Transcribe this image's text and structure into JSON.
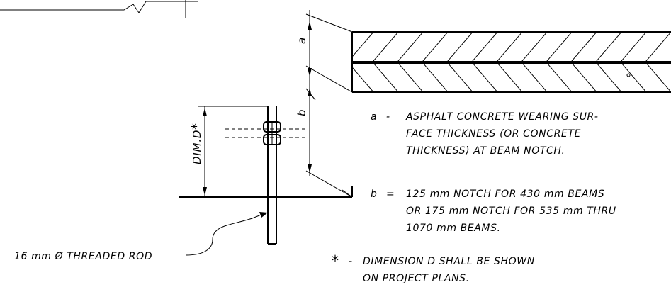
{
  "dimension_labels": {
    "a": "a",
    "b": "b",
    "dim_d": "DIM.D",
    "asterisk": "*"
  },
  "rod_label": "16 mm Ø THREADED ROD",
  "notes": {
    "a": {
      "symbol": "a",
      "dash": "-",
      "lines": [
        "ASPHALT CONCRETE WEARING SUR-",
        "FACE THICKNESS (OR CONCRETE",
        "THICKNESS) AT BEAM NOTCH."
      ]
    },
    "b": {
      "symbol": "b",
      "dash": "=",
      "lines": [
        "125 mm NOTCH FOR 430 mm BEAMS",
        "OR 175 mm NOTCH FOR 535 mm THRU",
        "1070 mm BEAMS."
      ]
    },
    "star": {
      "symbol": "*",
      "dash": "-",
      "lines": [
        "DIMENSION D SHALL BE SHOWN",
        "ON PROJECT PLANS."
      ]
    }
  }
}
